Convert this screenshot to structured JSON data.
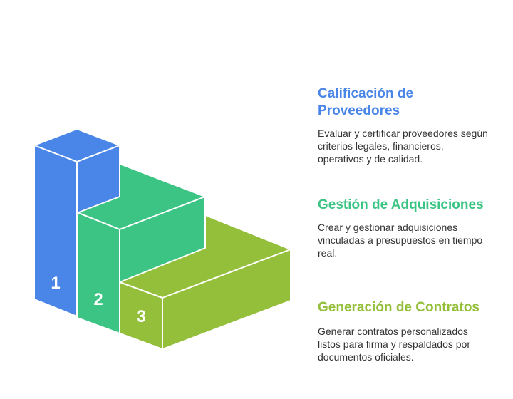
{
  "colors": {
    "step1": "#4A86E8",
    "step2": "#3CC484",
    "step3": "#94BF3A"
  },
  "steps": [
    {
      "number": "1",
      "title": "Calificación de Proveedores",
      "description": "Evaluar y certificar proveedores según criterios legales, financieros, operativos y de calidad."
    },
    {
      "number": "2",
      "title": "Gestión de Adquisiciones",
      "description": "Crear y gestionar adquisiciones vinculadas a presupuestos en tiempo real."
    },
    {
      "number": "3",
      "title": "Generación de Contratos",
      "description": "Generar contratos personalizados listos para firma y respaldados por documentos oficiales."
    }
  ]
}
